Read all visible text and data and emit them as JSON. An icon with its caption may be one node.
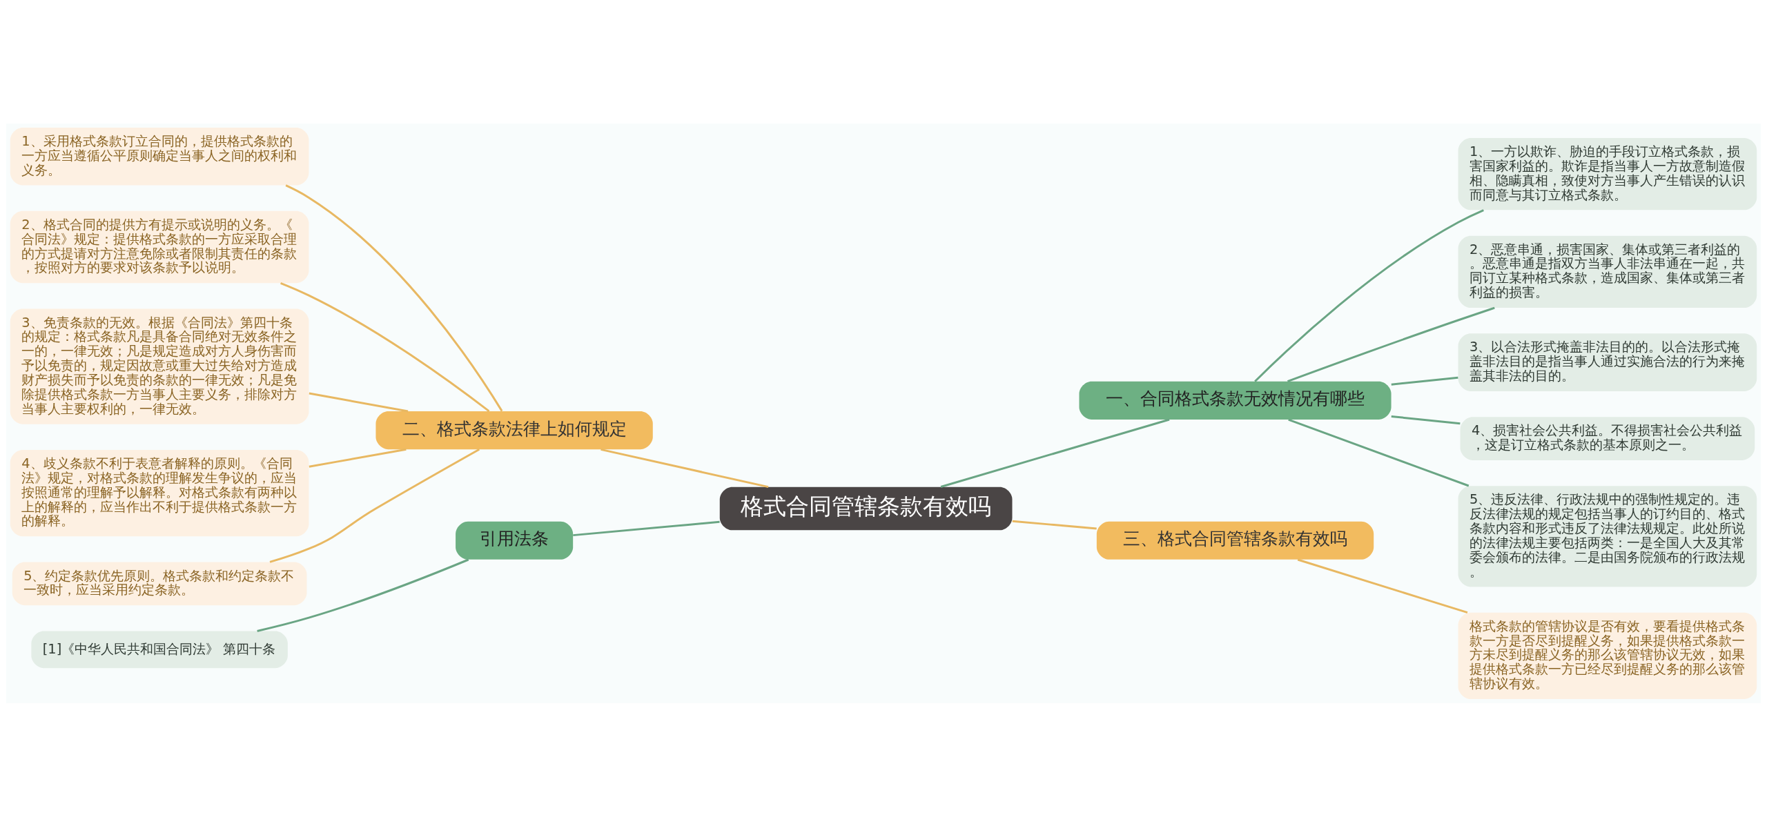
{
  "diagram": {
    "nodes": [
      {
        "text": [
          "格式合同管辖条款有效吗"
        ]
      },
      {
        "text": [
          "二、格式条款法律上如何规定"
        ]
      },
      {
        "text": [
          "1、采用格式条款订立合同的，提供格式条款的一方应当遵循公平原则确定当事人之间的权利和义务。"
        ]
      },
      {
        "text": [
          "2、格式合同的提供方有提示或说明的义务。《合同法》规定：提供格式条款的一方应采取合理的方式提请对方注意免除或者限制其责任的条款，按照对方的要求对该条款予以说明。"
        ]
      },
      {
        "text": [
          "3、免责条款的无效。根据《合同法》第四十条的规定：格式条款凡是具备合同绝对无效条件之一的，一律无效；凡是规定造成对方人身伤害而予以免责的，规定因故意或重大过失给对方造成财产损失而予以免责的条款的一律无效；凡是免除提供格式条款一方当事人主要义务，排除对方当事人主要权利的，一律无效。"
        ]
      },
      {
        "text": [
          "4、歧义条款不利于表意者解释的原则。《合同法》规定，对格式条款的理解发生争议的，应当按照通常的理解予以解释。对格式条款有两种以上的解释的，应当作出不利于提供格式条款一方的解释。"
        ]
      },
      {
        "text": [
          "5、约定条款优先原则。格式条款和约定条款不一致时，应当采用约定条款。"
        ]
      },
      {
        "text": [
          "一、合同格式条款无效情况有哪些"
        ]
      },
      {
        "text": [
          "1、一方以欺诈、胁迫的手段订立格式条款，损害国家利益的。欺诈是指当事人一方故意制造假相、隐瞒真相，致使对方当事人产生错误的认识而同意与其订立格式条款。"
        ]
      },
      {
        "text": [
          "2、恶意串通，损害国家、集体或第三者利益的。恶意串通是指双方当事人非法串通在一起，共同订立某种格式条款，造成国家、集体或第三者利益的损害。"
        ]
      },
      {
        "text": [
          "3、以合法形式掩盖非法目的的。以合法形式掩盖非法目的是指当事人通过实施合法的行为来掩盖其非法的目的。"
        ]
      },
      {
        "text": [
          "4、损害社会公共利益。不得损害社会公共利益，这是订立格式条款的基本原则之一。"
        ]
      },
      {
        "text": [
          "5、违反法律、行政法规中的强制性规定的。违反法律法规的规定包括当事人的订约目的、格式条款内容和形式违反了法律法规规定。此处所说的法律法规主要包括两类：一是全国人大及其常委会颁布的法律。二是由国务院颁布的行政法规。"
        ]
      },
      {
        "text": [
          "引用法条"
        ]
      },
      {
        "text": [
          "[1]《中华人民共和国合同法》 第四十条"
        ]
      },
      {
        "text": [
          "三、格式合同管辖条款有效吗"
        ]
      },
      {
        "text": [
          "格式条款的管辖协议是否有效，要看提供格式条款一方是否尽到提醒义务，如果提供格式条款一方未尽到提醒义务的那么该管辖协议无效，如果提供格式条款一方已经尽到提醒义务的那么该管辖协议有效。"
        ]
      }
    ],
    "edges": [
      {
        "from": 0,
        "to": 1,
        "arrow": "none",
        "color": "#e8b862"
      },
      {
        "from": 1,
        "to": 2,
        "arrow": "none",
        "color": "#e8b862"
      },
      {
        "from": 1,
        "to": 3,
        "arrow": "none",
        "color": "#e8b862"
      },
      {
        "from": 1,
        "to": 4,
        "arrow": "none",
        "color": "#e8b862"
      },
      {
        "from": 1,
        "to": 5,
        "arrow": "none",
        "color": "#e8b862"
      },
      {
        "from": 1,
        "to": 6,
        "arrow": "none",
        "color": "#e8b862"
      },
      {
        "from": 0,
        "to": 7,
        "arrow": "none",
        "color": "#6aa584"
      },
      {
        "from": 7,
        "to": 8,
        "arrow": "none",
        "color": "#6aa584"
      },
      {
        "from": 7,
        "to": 9,
        "arrow": "none",
        "color": "#6aa584"
      },
      {
        "from": 7,
        "to": 10,
        "arrow": "none",
        "color": "#6aa584"
      },
      {
        "from": 7,
        "to": 11,
        "arrow": "none",
        "color": "#6aa584"
      },
      {
        "from": 7,
        "to": 12,
        "arrow": "none",
        "color": "#6aa584"
      },
      {
        "from": 0,
        "to": 13,
        "arrow": "none",
        "color": "#6aa584"
      },
      {
        "from": 13,
        "to": 14,
        "arrow": "none",
        "color": "#6aa584"
      },
      {
        "from": 0,
        "to": 15,
        "arrow": "none",
        "color": "#e8b862"
      },
      {
        "from": 15,
        "to": 16,
        "arrow": "none",
        "color": "#e8b862"
      }
    ]
  }
}
